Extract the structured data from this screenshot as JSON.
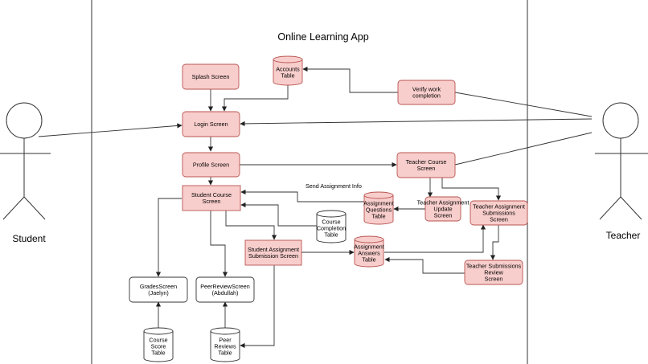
{
  "title": "Online Learning App",
  "actors": {
    "student": "Student",
    "teacher": "Teacher"
  },
  "edge_labels": {
    "send_assignment_info": "Send Assignment Info"
  },
  "screens": {
    "splash": [
      "Splash Screen"
    ],
    "login": [
      "Login Screen"
    ],
    "profile": [
      "Profile Screen"
    ],
    "student_course": [
      "Student Course",
      "Screen"
    ],
    "student_assignment_submission": [
      "Student Assignment",
      "Submission Screen"
    ],
    "verify_work": [
      "Verify work",
      "completion"
    ],
    "teacher_course": [
      "Teacher Course",
      "Screen"
    ],
    "teacher_assignment_update": [
      "Teacher Assignment",
      "Update",
      "Screen"
    ],
    "teacher_assignment_submissions": [
      "Teacher Assignment",
      "Submissions",
      "Screen"
    ],
    "teacher_submissions_review": [
      "Teacher Submissions",
      "Review",
      "Screen"
    ],
    "grades": [
      "GradesScreen",
      "(Jaelyn)"
    ],
    "peer_review": [
      "PeerReviewScreen",
      "(Abdullah)"
    ]
  },
  "tables": {
    "accounts": [
      "Accounts",
      "Table"
    ],
    "assignment_questions": [
      "Assignment",
      "Questions",
      "Table"
    ],
    "course_completion": [
      "Course",
      "Completion",
      "Table"
    ],
    "assignment_answers": [
      "Assignment",
      "Answers",
      "Table"
    ],
    "course_score": [
      "Course",
      "Score",
      "Table"
    ],
    "peer_reviews": [
      "Peer",
      "Reviews",
      "Table"
    ]
  },
  "colors": {
    "screen_fill": "#f8cecc",
    "screen_stroke": "#b85450",
    "plain_fill": "#ffffff",
    "line": "#333333"
  }
}
